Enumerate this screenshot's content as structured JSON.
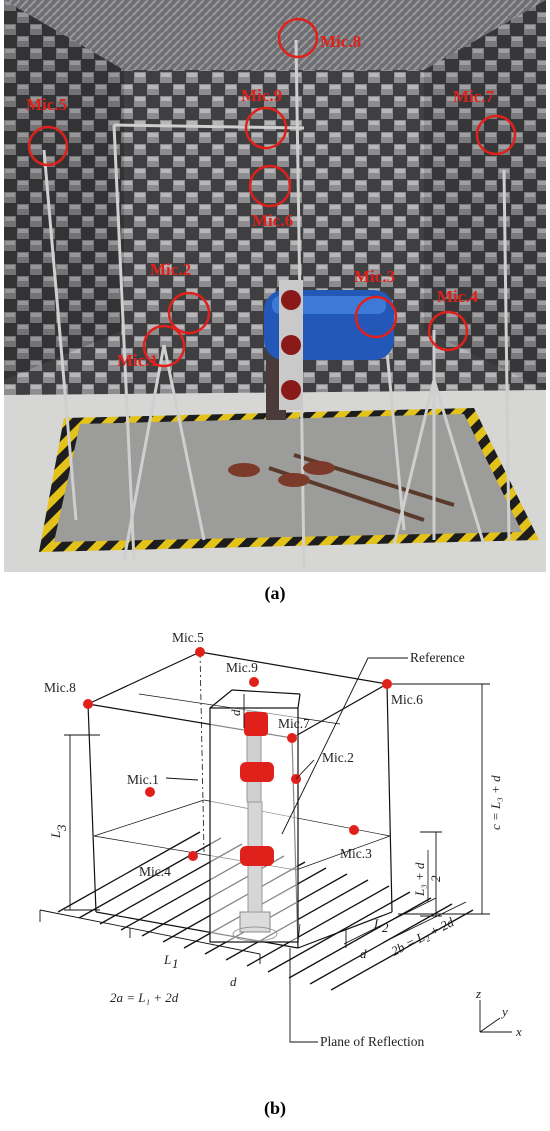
{
  "photo": {
    "mic_labels": [
      "Mic.1",
      "Mic.2",
      "Mic.3",
      "Mic.4",
      "Mic.5",
      "Mic.6",
      "Mic.7",
      "Mic.8",
      "Mic.9"
    ]
  },
  "captions": {
    "a": "(a)",
    "b": "(b)"
  },
  "diagram": {
    "mic_labels": [
      "Mic.1",
      "Mic.2",
      "Mic.3",
      "Mic.4",
      "Mic.5",
      "Mic.6",
      "Mic.7",
      "Mic.8",
      "Mic.9"
    ],
    "reference": "Reference",
    "plane": "Plane of Reflection",
    "dims": {
      "d": "d",
      "l1": "L",
      "l1_sub": "1",
      "l2": "L",
      "l2_sub": "2",
      "l3": "L",
      "l3_sub": "3",
      "two_a": "2a = L₁ + 2d",
      "two_b": "2b = L₂ + 2d",
      "c": "c = L₃ + d",
      "half_num": "L₃ + d",
      "half_den": "2"
    },
    "axes": {
      "x": "x",
      "y": "y",
      "z": "z"
    },
    "mic_color": "#e0211b"
  }
}
